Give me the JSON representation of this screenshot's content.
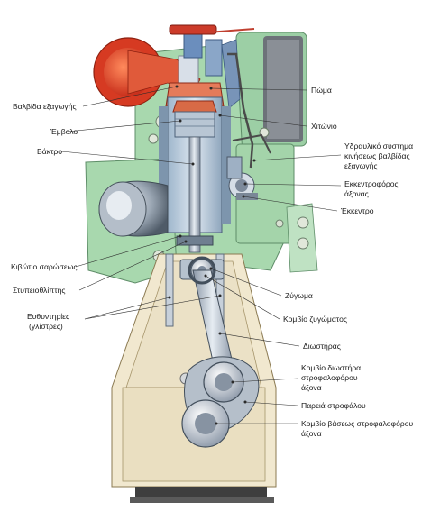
{
  "labels": {
    "exhaust_valve": "Βαλβίδα εξαγωγής",
    "cover": "Πώμα",
    "piston": "Έμβολο",
    "liner": "Χιτώνιο",
    "rod": "Βάκτρο",
    "hydraulic_line1": "Υδραυλικό σύστημα",
    "hydraulic_line2": "κινήσεως βαλβίδας",
    "hydraulic_line3": "εξαγωγής",
    "camshaft_line1": "Εκκεντροφόρος",
    "camshaft_line2": "άξονας",
    "cam": "Έκκεντρο",
    "scavenge_box": "Κιβώτιο σαρώσεως",
    "stuffing_box": "Στυπειοθλίπτης",
    "crosshead": "Ζύγωμα",
    "guides_line1": "Ευθυντηρίες",
    "guides_line2": "(γλίστρες)",
    "crosshead_bearing": "Κομβίο ζυγώματος",
    "connecting_rod": "Διωστήρας",
    "crankpin_line1": "Κομβίο διωστήρα",
    "crankpin_line2": "στροφαλοφόρου",
    "crankpin_line3": "άξονα",
    "crank_web": "Παρειά στροφάλου",
    "main_journal_line1": "Κομβίο βάσεως στροφαλοφόρου",
    "main_journal_line2": "άξονα"
  }
}
